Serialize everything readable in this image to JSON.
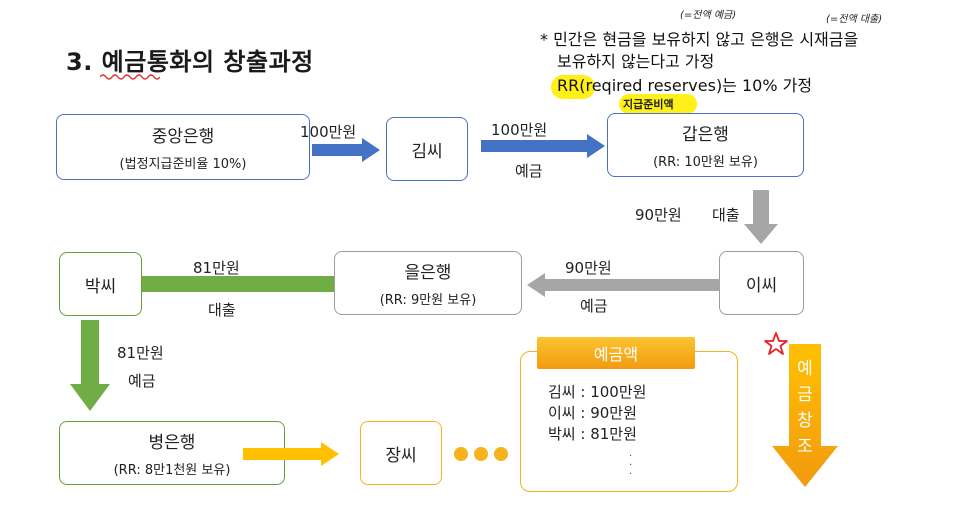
{
  "title": "3. 예금통화의 창출과정",
  "notes": {
    "line1": "* 민간은 현금을 보유하지 않고  은행은 시재금을",
    "line2": "보유하지 않는다고 가정",
    "line3": "RR(reqired reserves)는 10% 가정",
    "hand1": "(=전액 예금)",
    "hand2": "(=전액 대출)",
    "hand3": "지급준비액"
  },
  "nodes": {
    "central_bank": {
      "name": "중앙은행",
      "sub": "(법정지급준비율 10%)"
    },
    "kim": {
      "name": "김씨"
    },
    "gap_bank": {
      "name": "갑은행",
      "sub": "(RR: 10만원 보유)"
    },
    "lee": {
      "name": "이씨"
    },
    "eul_bank": {
      "name": "을은행",
      "sub": "(RR: 9만원 보유)"
    },
    "park": {
      "name": "박씨"
    },
    "byeong_bank": {
      "name": "병은행",
      "sub": "(RR: 8만1천원 보유)"
    },
    "jang": {
      "name": "장씨"
    }
  },
  "flows": {
    "central_to_kim": {
      "amount": "100만원"
    },
    "kim_to_gap": {
      "amount": "100만원",
      "kind": "예금"
    },
    "gap_to_lee": {
      "amount": "90만원",
      "kind": "대출"
    },
    "lee_to_eul": {
      "amount": "90만원",
      "kind": "예금"
    },
    "eul_to_park": {
      "amount": "81만원",
      "kind": "대출"
    },
    "park_to_byeong": {
      "amount": "81만원",
      "kind": "예금"
    }
  },
  "deposits": {
    "header": "예금액",
    "items": [
      "김씨 : 100만원",
      "이씨 : 90만원",
      "박씨 : 81만원"
    ]
  },
  "creation_label": [
    "예",
    "금",
    "창",
    "조"
  ],
  "colors": {
    "blue": "#4472c4",
    "gray": "#a6a6a6",
    "green": "#70ad47",
    "orange": "#ffc000",
    "highlight": "#ffe600",
    "star": "#e8202a"
  }
}
